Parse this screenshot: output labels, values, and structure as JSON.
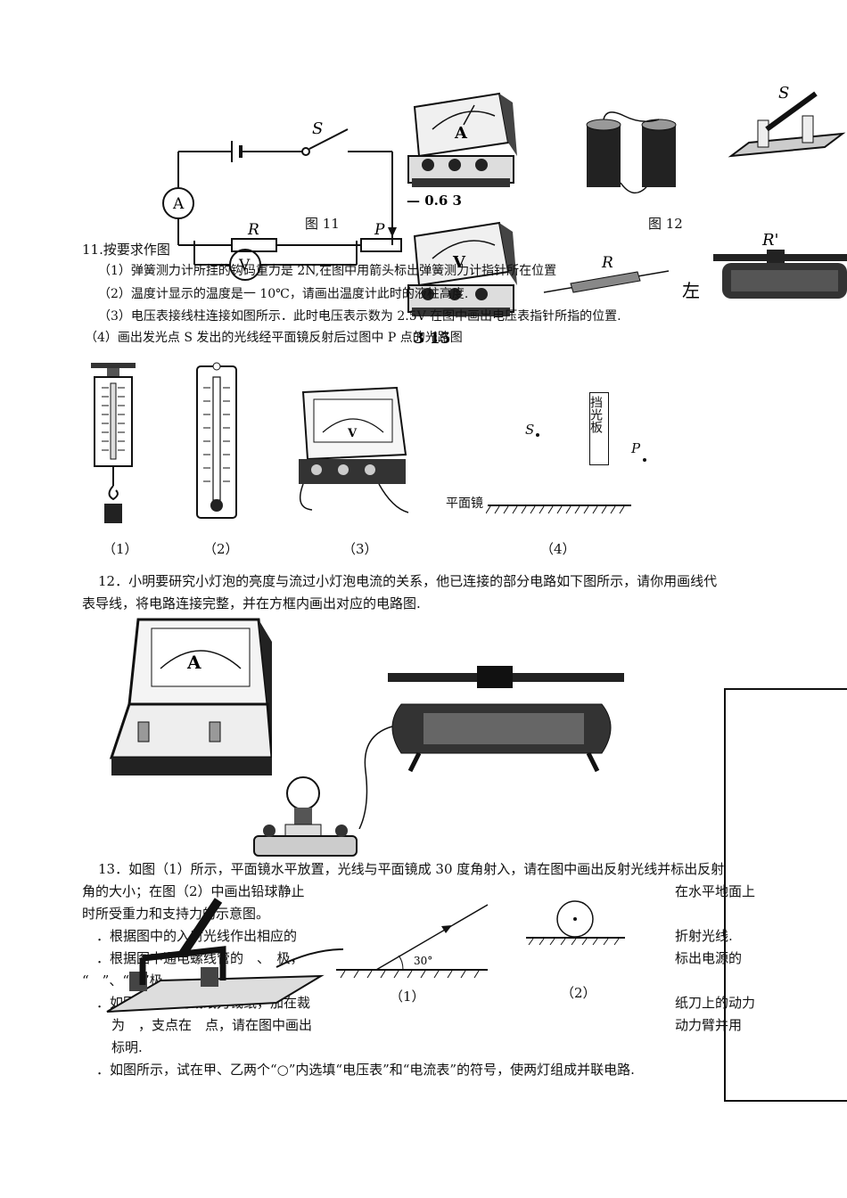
{
  "top": {
    "circuit_labels": {
      "switch": "S",
      "resistor": "R",
      "slider": "P",
      "ammeter": "A",
      "voltmeter": "V"
    },
    "fig11_caption": "图 11",
    "fig12_caption": "图 12",
    "ammeter_scale": "— 0.6  3",
    "ammeter_letter": "A",
    "voltmeter_scale": "3   15",
    "voltmeter_letter": "V",
    "switch_label": "S",
    "rheostat_label": "R'",
    "resistor_label": "R",
    "left_label": "左"
  },
  "q11": {
    "title": "11.按要求作图",
    "items": [
      "（1）弹簧测力计所挂的钩码重力是 2N,在图中用箭头标出弹簧测力计指针所在位置",
      "（2）温度计显示的温度是一 10℃，请画出温度计此时的液柱高度.",
      "（3）电压表接线柱连接如图所示．此时电压表示数为 2.5V 在图中画出电压表指针所指的位置.",
      "（4）画出发光点 S 发出的光线经平面镜反射后过图中 P 点的光路图"
    ],
    "fig_labels": [
      "（1）",
      "（2）",
      "（3）",
      "（4）"
    ],
    "fig4": {
      "s": "S",
      "p": "P",
      "board": "挡光板",
      "mirror": "平面镜"
    }
  },
  "q12": {
    "line1": "12．小明要研究小灯泡的亮度与流过小灯泡电流的关系，他已连接的部分电路如下图所示，请你用画线代",
    "line2": "表导线，将电路连接完整，并在方框内画出对应的电路图.",
    "ammeter_letter": "A"
  },
  "q13": {
    "line1": "13．如图（1）所示，平面镜水平放置，光线与平面镜成 30 度角射入，请在图中画出反射光线并标出反射",
    "line2a": "角的大小；在图（2）中画出铅球静止",
    "line2b": "在水平地面上",
    "line3": "时所受重力和支持力的示意图。",
    "line4a": "．根据图中的入射光线作出相应的",
    "line4b": "折射光线.",
    "line5a": "．根据图中通电螺线管的　、　极，",
    "line5b": "标出电源的",
    "line6a": "“　”、“　”极.",
    "line7a": "．如图所示，用裁纸刀裁纸，加在裁",
    "line7b": "纸刀上的动力",
    "line8a": "为　，支点在　点，请在图中画出",
    "line8b": "动力臂并用",
    "line9a": "标明.",
    "line10": "．如图所示，试在甲、乙两个“○”内选填“电压表”和“电流表”的符号，使两灯组成并联电路.",
    "angle": "30°",
    "fig1_label": "（1）",
    "fig2_label": "（2）"
  }
}
